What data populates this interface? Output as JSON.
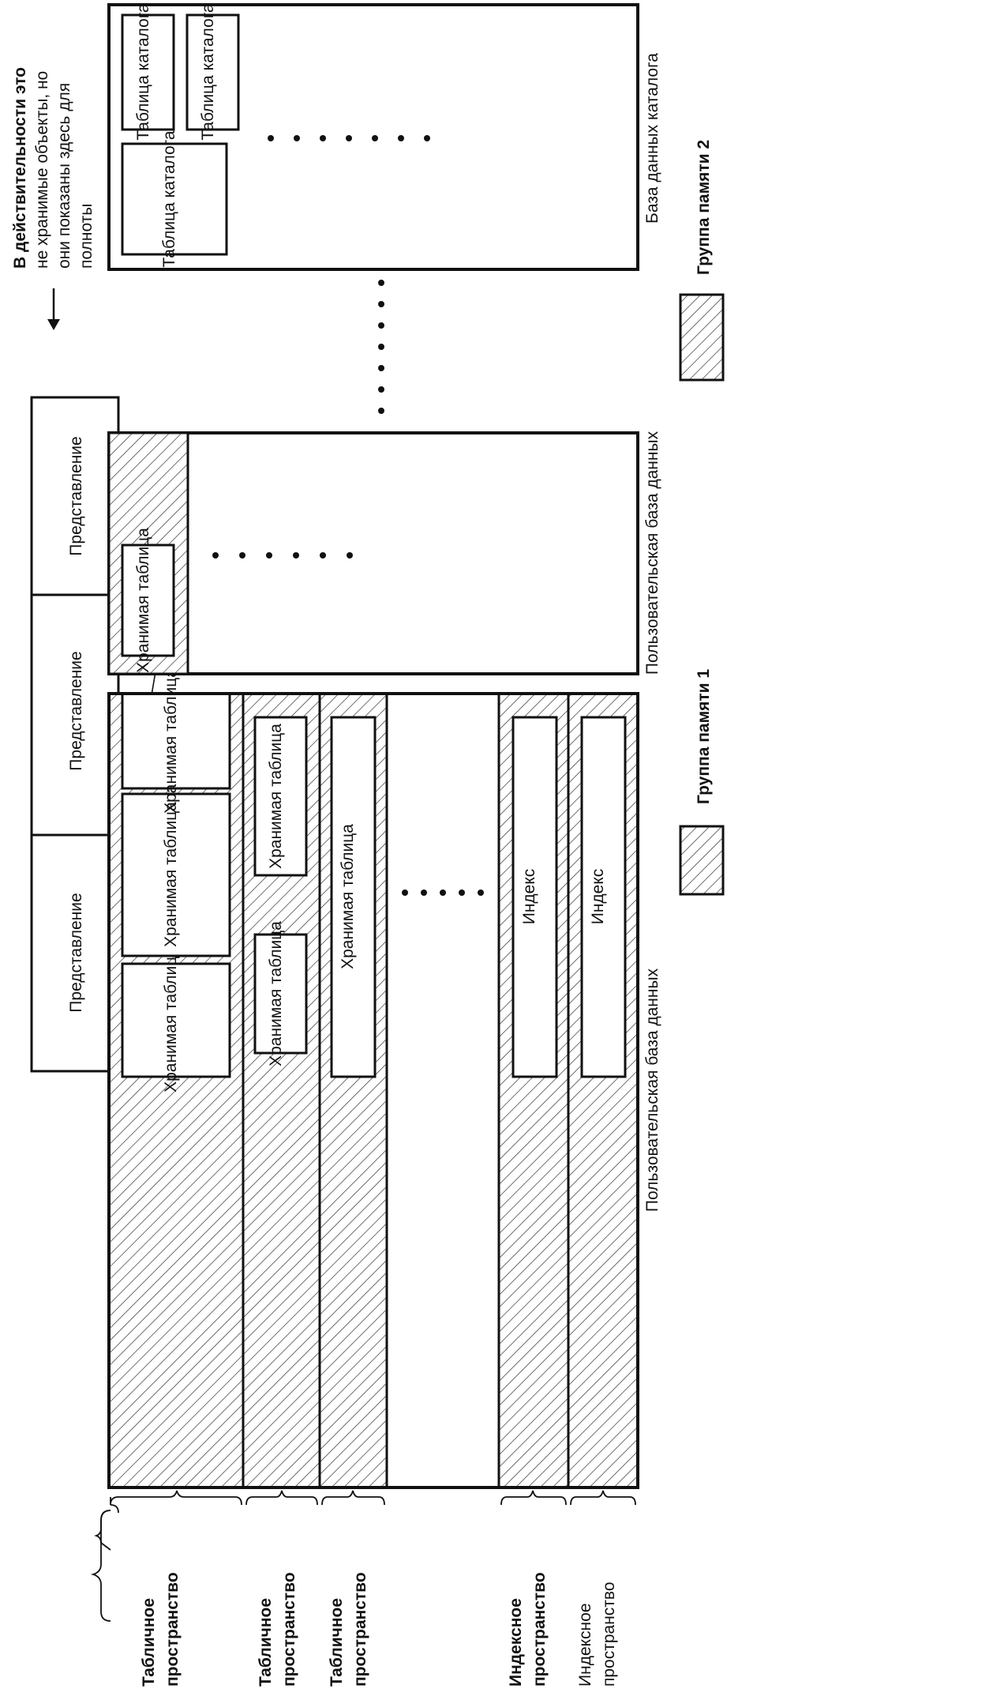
{
  "diagram": {
    "views": [
      {
        "label": "Представление"
      },
      {
        "label": "Представление"
      },
      {
        "label": "Представление"
      }
    ],
    "user_db_1": {
      "caption": "Пользовательская база данных",
      "row1_tables": [
        {
          "label": "Хранимая таблица"
        },
        {
          "label": "Хранимая таблица"
        },
        {
          "label": "Хранимая таблица"
        }
      ],
      "row2_tables": [
        {
          "label": "Хранимая таблица"
        },
        {
          "label": "Хранимая таблица"
        }
      ],
      "row3_table": {
        "label": "Хранимая таблица"
      },
      "index1": {
        "label": "Индекс"
      },
      "index2": {
        "label": "Индекс"
      }
    },
    "user_db_2": {
      "caption": "Пользовательская база данных",
      "table": {
        "label": "Хранимая таблица"
      }
    },
    "catalog_db": {
      "caption": "База данных каталога",
      "tables": [
        {
          "label": "Таблица каталога"
        },
        {
          "label": "Таблица каталога"
        },
        {
          "label": "Таблица каталога"
        }
      ]
    },
    "note": {
      "line1": "В действительности это",
      "line2": "не хранимые объекты, но",
      "line3": "они показаны здесь для",
      "line4": "полноты"
    },
    "spaces": [
      {
        "line1": "Табличное",
        "line2": "пространство"
      },
      {
        "line1": "Табличное",
        "line2": "пространство"
      },
      {
        "line1": "Табличное",
        "line2": "пространство"
      },
      {
        "line1": "Индексное",
        "line2": "пространство"
      },
      {
        "line1": "Индексное",
        "line2": "пространство"
      }
    ],
    "legend": [
      {
        "label": "Группа памяти 1"
      },
      {
        "label": "Группа памяти 2"
      }
    ]
  }
}
